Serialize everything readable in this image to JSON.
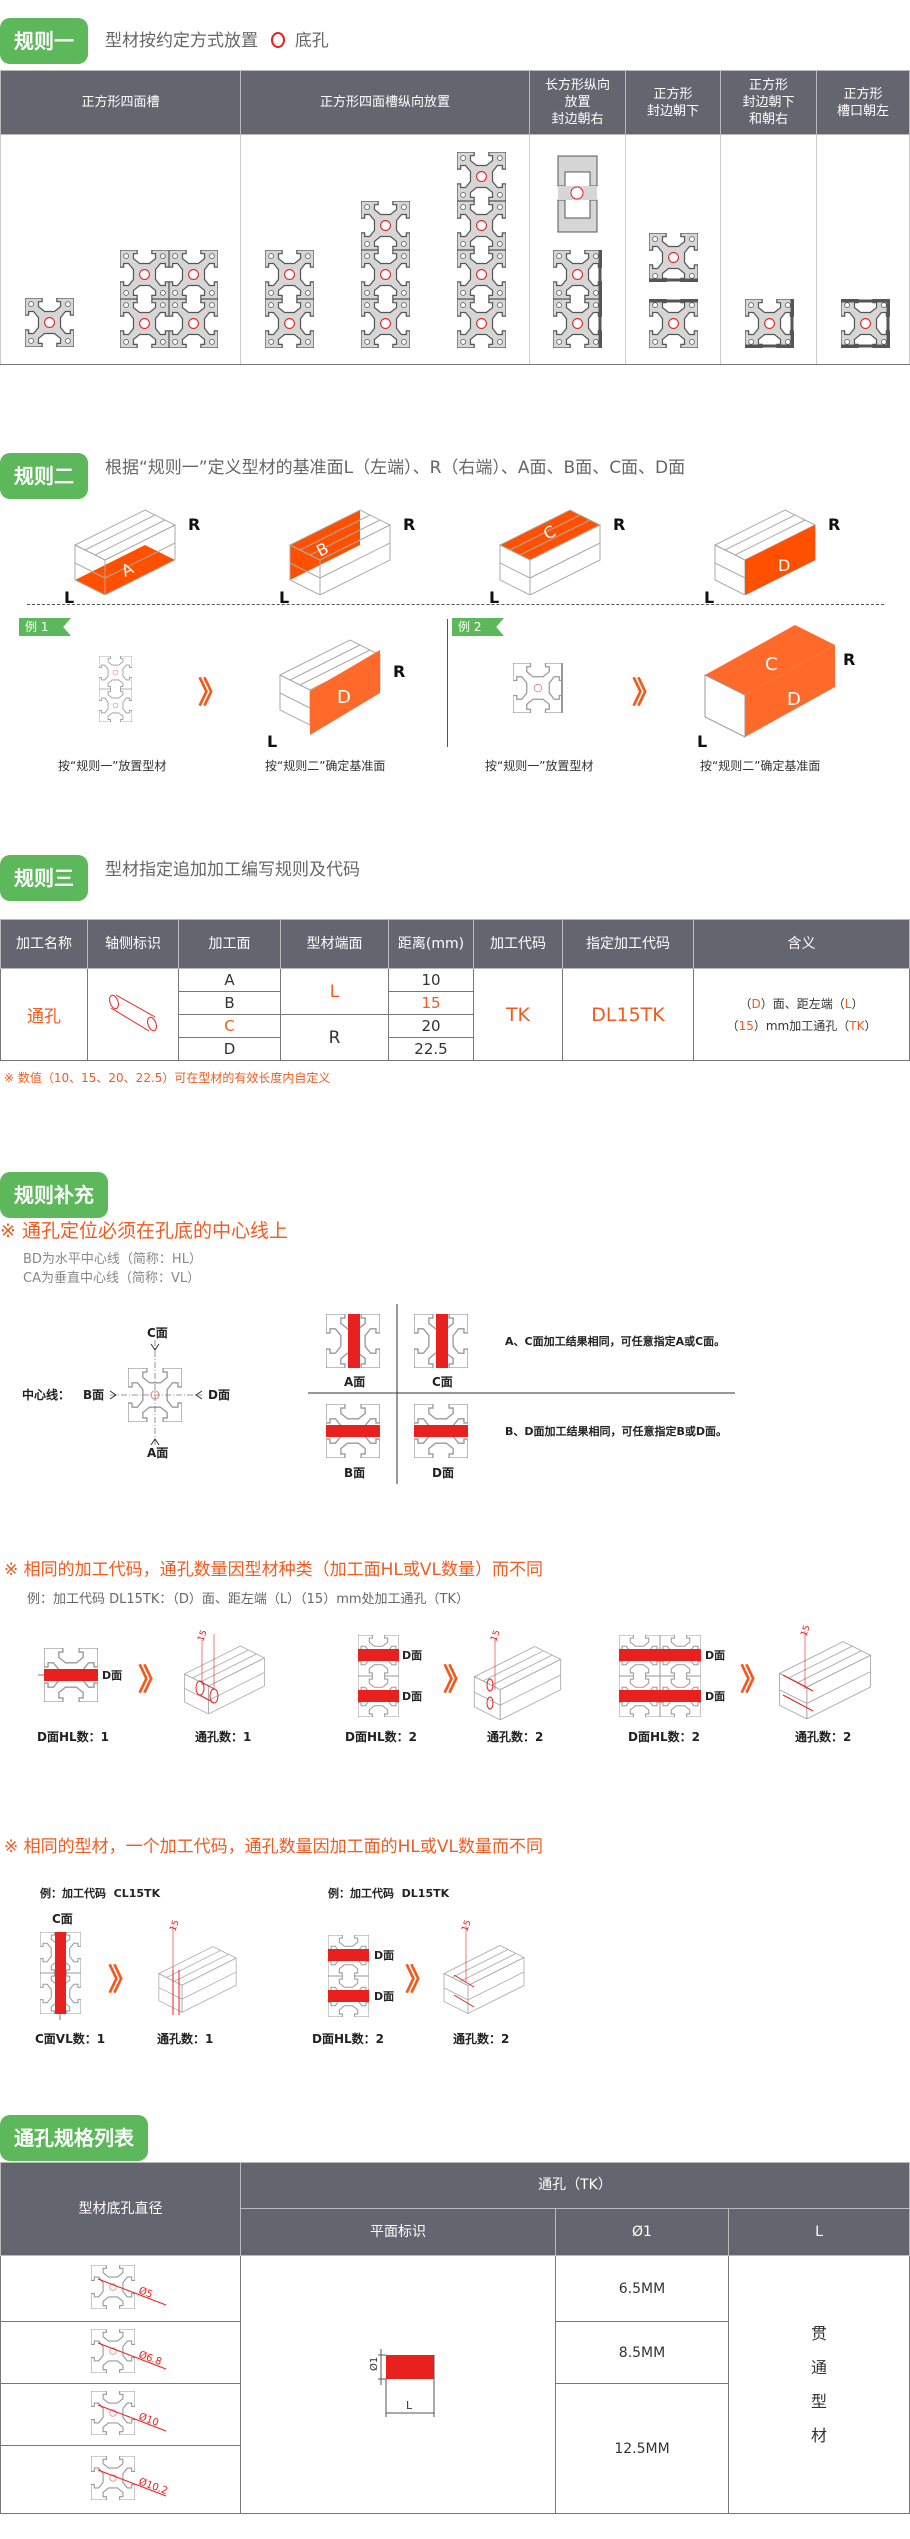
{
  "rule1": {
    "badge": "规则一",
    "desc": "型材按约定方式放置",
    "legend": "底孔",
    "headers": [
      "正方形四面槽",
      "正方形四面槽纵向放置",
      "长方形纵向\n放置\n封边朝右",
      "正方形\n封边朝下",
      "正方形\n封边朝下\n和朝右",
      "正方形\n槽口朝左"
    ]
  },
  "rule2": {
    "badge": "规则二",
    "desc": "根据“规则一”定义型材的基准面L（左端）、R（右端）、A面、B面、C面、D面",
    "faces": [
      "A",
      "B",
      "C",
      "D"
    ],
    "end_left": "L",
    "end_right": "R",
    "examples": [
      {
        "tag": "例 1",
        "caption_left": "按“规则一”放置型材",
        "caption_right": "按“规则二”确定基准面",
        "faces": [
          "D"
        ]
      },
      {
        "tag": "例 2",
        "caption_left": "按“规则一”放置型材",
        "caption_right": "按“规则二”确定基准面",
        "faces": [
          "C",
          "D"
        ]
      }
    ],
    "chevron": "》"
  },
  "rule3": {
    "badge": "规则三",
    "desc": "型材指定追加加工编写规则及代码",
    "headers": [
      "加工名称",
      "轴侧标识",
      "加工面",
      "型材端面",
      "距离(mm)",
      "加工代码",
      "指定加工代码",
      "含义"
    ],
    "row": {
      "name": "通孔",
      "faces": [
        "A",
        "B",
        "C",
        "D"
      ],
      "ends": [
        "L",
        "R"
      ],
      "distances": [
        "10",
        "15",
        "20",
        "22.5"
      ],
      "code": "TK",
      "specified_code": "DL15TK",
      "meaning": {
        "p1": "（",
        "face": "D",
        "p2": "）面、距左端（",
        "end": "L",
        "p3": "）",
        "p4": "（",
        "dist": "15",
        "p5": "）mm加工通孔（",
        "code": "TK",
        "p6": "）"
      }
    },
    "note": "※ 数值（10、15、20、22.5）可在型材的有效长度内自定义"
  },
  "supplement": {
    "badge": "规则补充",
    "heading1": "※ 通孔定位必须在孔底的中心线上",
    "lines": [
      "BD为水平中心线（简称：HL）",
      "CA为垂直中心线（简称：VL）"
    ],
    "centerline_label": "中心线：",
    "face_c": "C面",
    "face_b": "B面",
    "face_d": "D面",
    "face_a": "A面",
    "quad_labels": [
      "A面",
      "C面",
      "B面",
      "D面"
    ],
    "ac_text": "A、C面加工结果相同，可任意指定A或C面。",
    "bd_text": "B、D面加工结果相同，可任意指定B或D面。",
    "heading2": "※ 相同的加工代码，通孔数量因型材种类（加工面HL或VL数量）而不同",
    "example2": "例：加工代码 DL15TK：（D）面、距左端（L）（15）mm处加工通孔（TK）",
    "dim": "15",
    "d_face": "D面",
    "groups2": [
      {
        "left": "D面HL数：1",
        "right": "通孔数：1"
      },
      {
        "left": "D面HL数：2",
        "right": "通孔数：2"
      },
      {
        "left": "D面HL数：2",
        "right": "通孔数：2"
      }
    ],
    "heading3": "※ 相同的型材，一个加工代码，通孔数量因加工面的HL或VL数量而不同",
    "groups3": [
      {
        "label": "例：加工代码",
        "code": "CL15TK",
        "face": "C面",
        "left": "C面VL数：1",
        "right": "通孔数：1"
      },
      {
        "label": "例：加工代码",
        "code": "DL15TK",
        "face": "D面",
        "left": "D面HL数：2",
        "right": "通孔数：2"
      }
    ]
  },
  "spec": {
    "badge": "通孔规格列表",
    "h_diameter": "型材底孔直径",
    "h_tk": "通孔（TK）",
    "h_plane": "平面标识",
    "h_phi": "Ø1",
    "h_l": "L",
    "diameters": [
      "Ø5",
      "Ø6.8",
      "Ø10",
      "Ø10.2"
    ],
    "phi_values": [
      "6.5MM",
      "8.5MM",
      "12.5MM"
    ],
    "l_value": [
      "贯",
      "通",
      "型",
      "材"
    ],
    "diagram_phi": "Ø1",
    "diagram_l": "L"
  },
  "colors": {
    "green": "#5cb85a",
    "header": "#63666f",
    "orange": "#f25a1e",
    "red": "#e8201e"
  }
}
